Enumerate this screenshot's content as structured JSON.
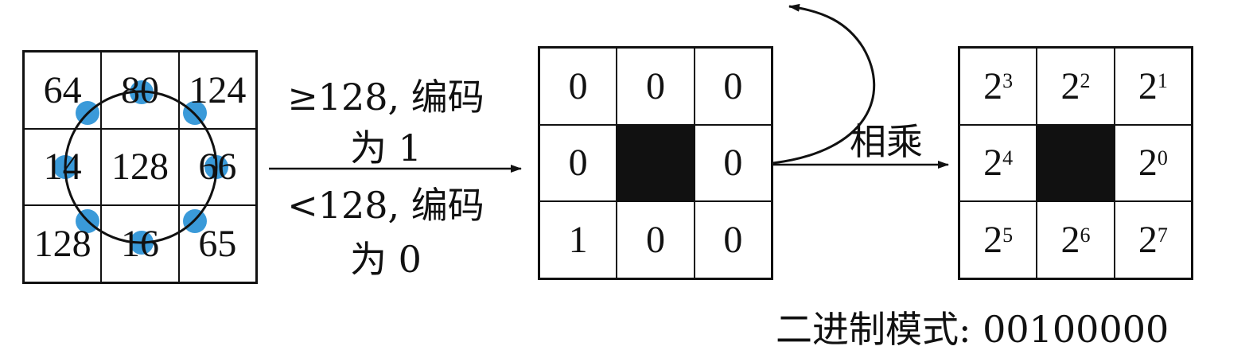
{
  "input_grid": {
    "cells": [
      "64",
      "80",
      "124",
      "14",
      "128",
      "66",
      "128",
      "16",
      "65"
    ]
  },
  "rule_text": {
    "line1": "≥128, 编码",
    "line2": "为 1",
    "line3": "<128, 编码",
    "line4": "为 0"
  },
  "binary_grid": {
    "cells": [
      "0",
      "0",
      "0",
      "0",
      "",
      "0",
      "1",
      "0",
      "0"
    ]
  },
  "multiply_label": "相乘",
  "weight_grid": {
    "bases": [
      "2",
      "2",
      "2",
      "2",
      "",
      "2",
      "2",
      "2",
      "2"
    ],
    "exponents": [
      "3",
      "2",
      "1",
      "4",
      "",
      "0",
      "5",
      "6",
      "7"
    ]
  },
  "binary_mode": "二进制模式: 00100000",
  "colors": {
    "line": "#111111",
    "sample_dot": "#3a9ad9",
    "center_fill": "#111111"
  }
}
